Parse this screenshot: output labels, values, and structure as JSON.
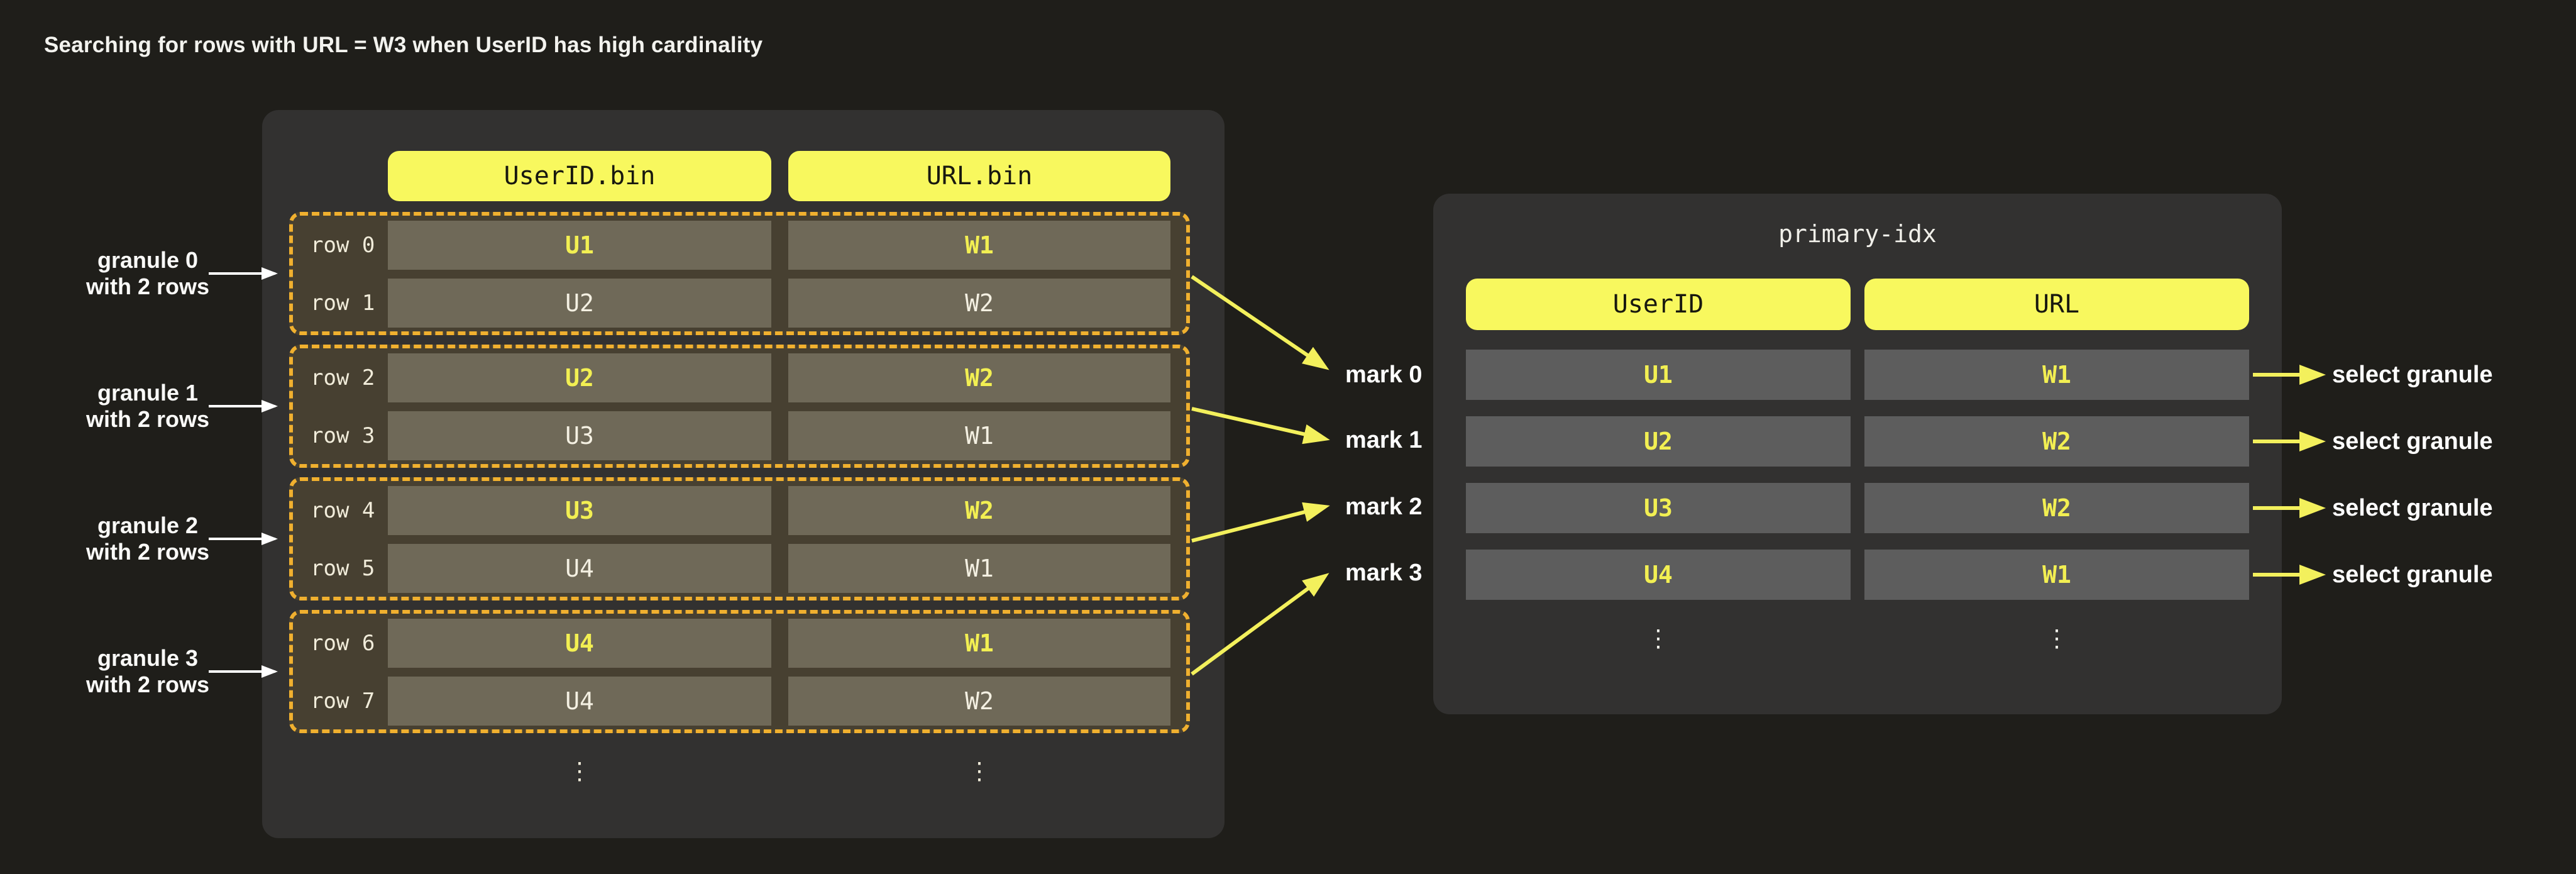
{
  "page": {
    "title": "Searching for rows with  URL = W3 when UserID has high cardinality"
  },
  "colors": {
    "background": "#1f1e1a",
    "panel": "#323130",
    "header_yellow": "#f8f85e",
    "granule_dashed_border": "#f0b02f",
    "granule_background": "#474031",
    "bin_cell": "#6f6958",
    "idx_cell": "#5d5d5d",
    "value_yellow": "#f2ef52",
    "value_cream": "#f4f0e2",
    "arrow_yellow": "#f3f05c",
    "arrow_white": "#ffffff"
  },
  "bin_table": {
    "column_headers": [
      "UserID.bin",
      "URL.bin"
    ],
    "ellipsis": "⋮",
    "granules": [
      {
        "label_line1": "granule 0",
        "label_line2": "with 2 rows",
        "rows": [
          {
            "label": "row 0",
            "userid": "U1",
            "url": "W1"
          },
          {
            "label": "row 1",
            "userid": "U2",
            "url": "W2"
          }
        ]
      },
      {
        "label_line1": "granule 1",
        "label_line2": "with 2 rows",
        "rows": [
          {
            "label": "row 2",
            "userid": "U2",
            "url": "W2"
          },
          {
            "label": "row 3",
            "userid": "U3",
            "url": "W1"
          }
        ]
      },
      {
        "label_line1": "granule 2",
        "label_line2": "with 2 rows",
        "rows": [
          {
            "label": "row 4",
            "userid": "U3",
            "url": "W2"
          },
          {
            "label": "row 5",
            "userid": "U4",
            "url": "W1"
          }
        ]
      },
      {
        "label_line1": "granule 3",
        "label_line2": "with 2 rows",
        "rows": [
          {
            "label": "row 6",
            "userid": "U4",
            "url": "W1"
          },
          {
            "label": "row 7",
            "userid": "U4",
            "url": "W2"
          }
        ]
      }
    ]
  },
  "marks": [
    {
      "label": "mark 0"
    },
    {
      "label": "mark 1"
    },
    {
      "label": "mark 2"
    },
    {
      "label": "mark 3"
    }
  ],
  "idx_table": {
    "title": "primary-idx",
    "column_headers": [
      "UserID",
      "URL"
    ],
    "ellipsis": "⋮",
    "rows": [
      {
        "userid": "U1",
        "url": "W1",
        "action": "select granule"
      },
      {
        "userid": "U2",
        "url": "W2",
        "action": "select granule"
      },
      {
        "userid": "U3",
        "url": "W2",
        "action": "select granule"
      },
      {
        "userid": "U4",
        "url": "W1",
        "action": "select granule"
      }
    ]
  }
}
